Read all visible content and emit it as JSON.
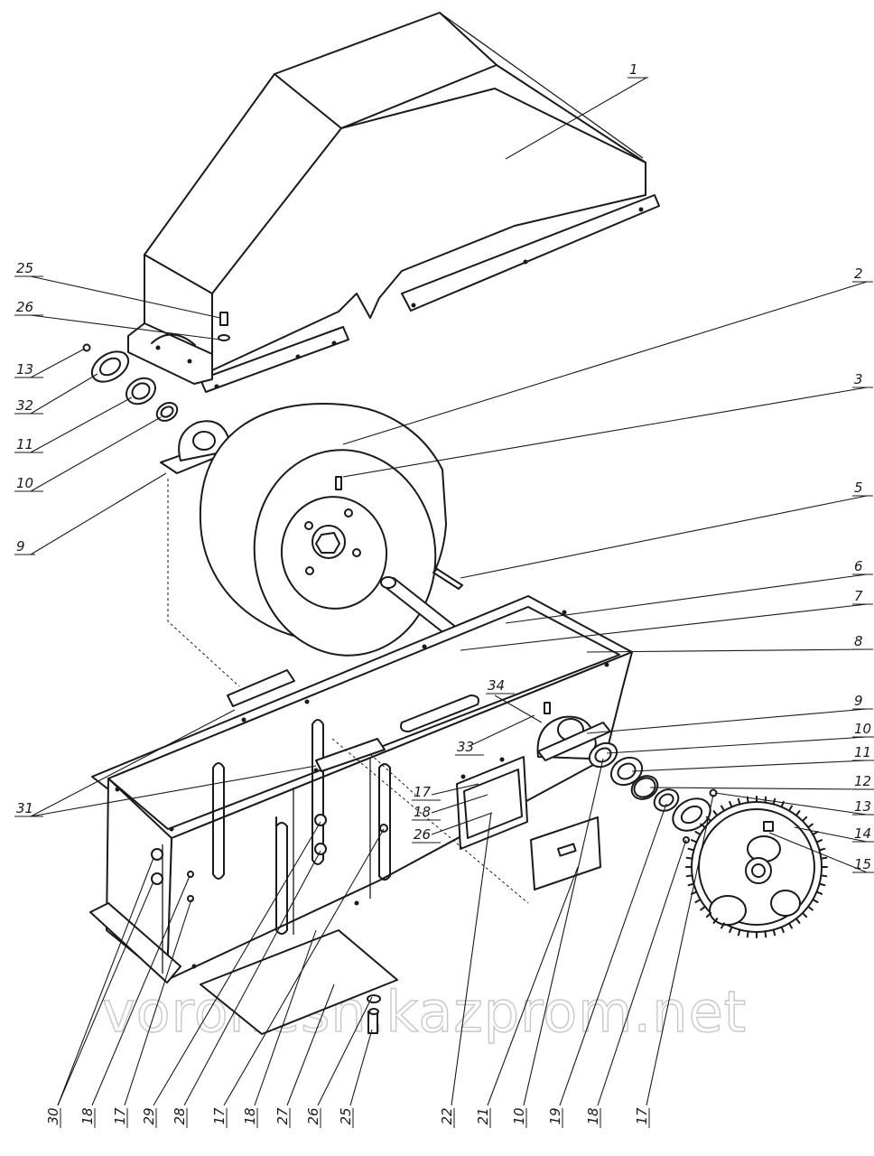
{
  "watermark": "voronesh.kazprom.net",
  "callouts": [
    {
      "label": "1"
    },
    {
      "label": "2"
    },
    {
      "label": "3"
    },
    {
      "label": "5"
    },
    {
      "label": "6"
    },
    {
      "label": "7"
    },
    {
      "label": "8"
    },
    {
      "label": "9"
    },
    {
      "label": "10"
    },
    {
      "label": "11"
    },
    {
      "label": "12"
    },
    {
      "label": "13"
    },
    {
      "label": "14"
    },
    {
      "label": "15"
    },
    {
      "label": "25"
    },
    {
      "label": "26"
    },
    {
      "label": "13"
    },
    {
      "label": "32"
    },
    {
      "label": "11"
    },
    {
      "label": "10"
    },
    {
      "label": "9"
    },
    {
      "label": "34"
    },
    {
      "label": "33"
    },
    {
      "label": "31"
    },
    {
      "label": "17"
    },
    {
      "label": "18"
    },
    {
      "label": "26"
    },
    {
      "label": "30"
    },
    {
      "label": "18"
    },
    {
      "label": "17"
    },
    {
      "label": "29"
    },
    {
      "label": "28"
    },
    {
      "label": "17"
    },
    {
      "label": "18"
    },
    {
      "label": "27"
    },
    {
      "label": "26"
    },
    {
      "label": "25"
    },
    {
      "label": "22"
    },
    {
      "label": "21"
    },
    {
      "label": "10"
    },
    {
      "label": "19"
    },
    {
      "label": "18"
    },
    {
      "label": "17"
    }
  ]
}
